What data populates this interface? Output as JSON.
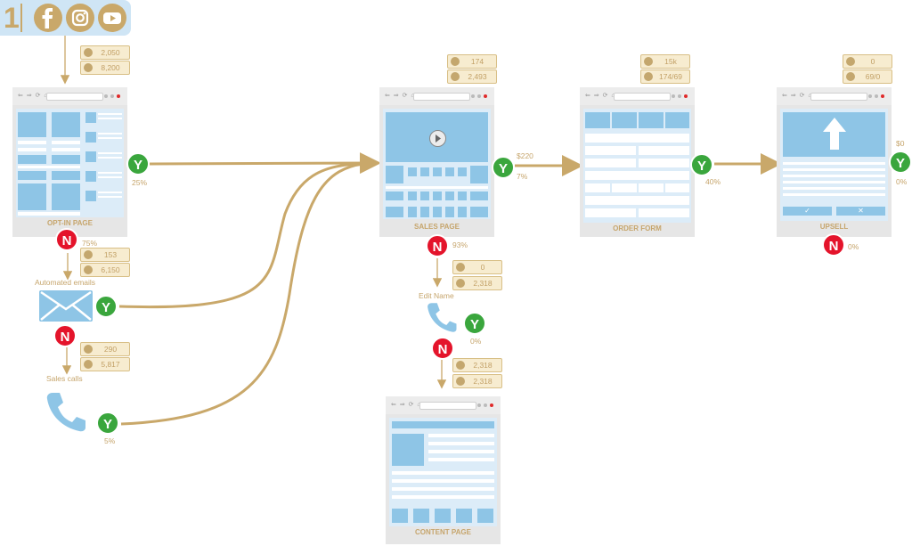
{
  "header": {
    "step_number": "1",
    "social_icons": [
      "facebook-icon",
      "instagram-icon",
      "youtube-icon"
    ]
  },
  "colors": {
    "flow": "#c9a86a",
    "yes": "#3aa63d",
    "no": "#e4142b",
    "wire_block": "#8ec5e6",
    "wire_bg": "#dcecf8"
  },
  "pages": {
    "optin": {
      "label": "OPT-IN PAGE",
      "views": "2,050",
      "people": "8,200",
      "yes_pct": "25%",
      "no_pct": "75%"
    },
    "sales": {
      "label": "SALES PAGE",
      "views": "174",
      "people": "2,493",
      "price": "$220",
      "yes_pct": "7%",
      "no_pct": "93%"
    },
    "order": {
      "label": "ORDER FORM",
      "views": "15k",
      "people": "174/69",
      "yes_pct": "40%"
    },
    "upsell": {
      "label": "UPSELL",
      "views": "0",
      "people": "69/0",
      "price": "$0",
      "yes_pct": "0%",
      "no_pct": "0%"
    },
    "content": {
      "label": "CONTENT PAGE",
      "views": "2,318",
      "people": "2,318"
    }
  },
  "emails": {
    "label": "Automated emails",
    "views": "153",
    "people": "6,150"
  },
  "calls": {
    "label": "Sales calls",
    "views": "290",
    "people": "5,817",
    "yes_pct": "5%"
  },
  "edit_name": {
    "label": "Edit Name",
    "views": "0",
    "people": "2,318",
    "yes_pct": "0%"
  },
  "badges": {
    "yes": "Y",
    "no": "N"
  }
}
